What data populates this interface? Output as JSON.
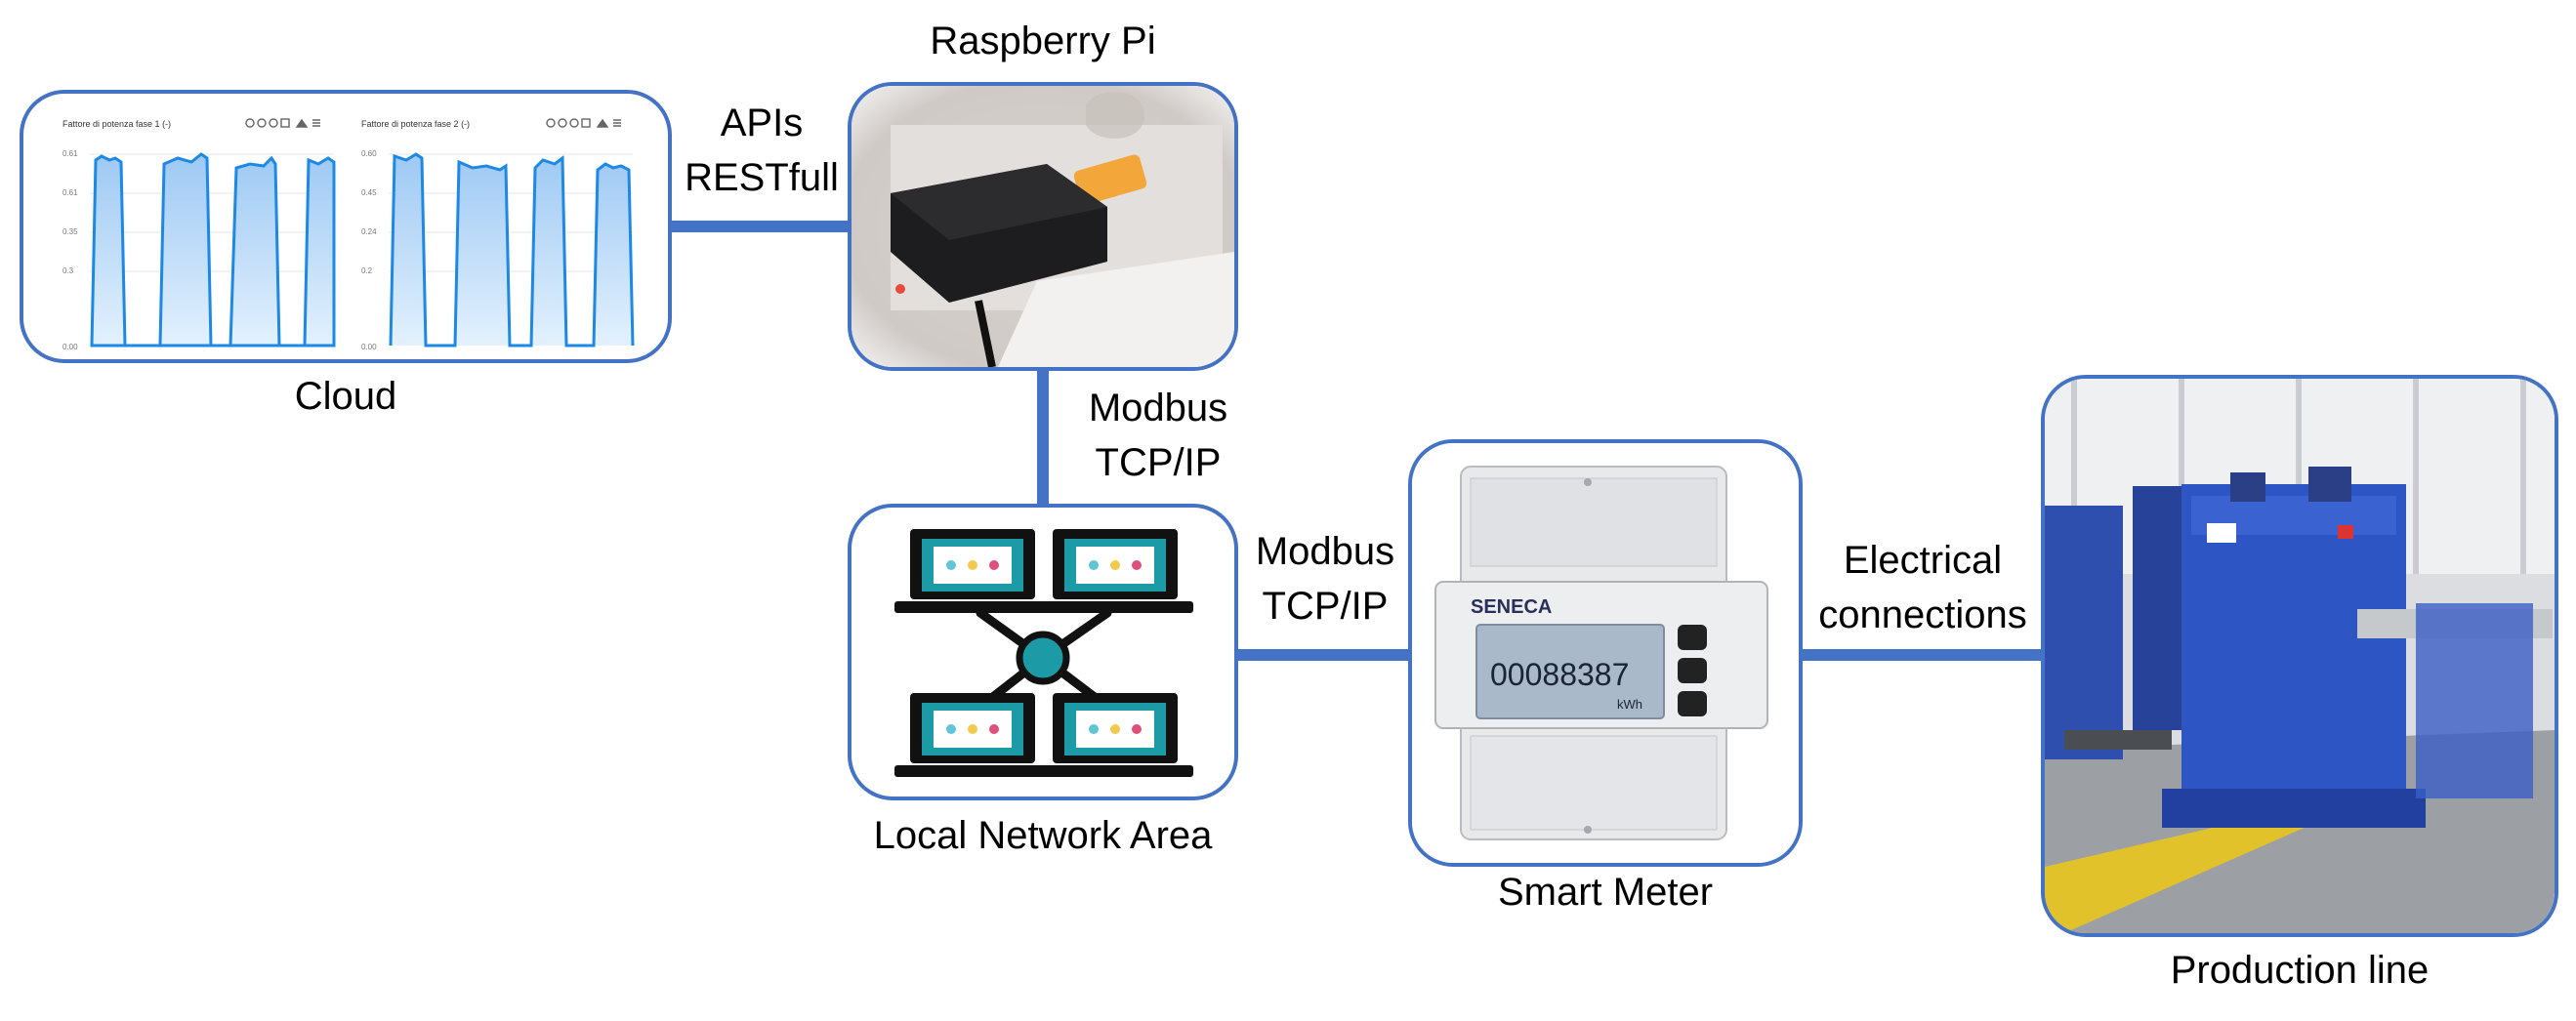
{
  "nodes": {
    "cloud": {
      "label": "Cloud"
    },
    "raspberry_pi": {
      "label": "Raspberry Pi"
    },
    "local_network": {
      "label": "Local Network Area"
    },
    "smart_meter": {
      "label": "Smart Meter"
    },
    "production_line": {
      "label": "Production line"
    }
  },
  "connections": {
    "cloud_pi": {
      "line1": "APIs",
      "line2": "RESTfull"
    },
    "pi_lan": {
      "line1": "Modbus",
      "line2": "TCP/IP"
    },
    "lan_meter": {
      "line1": "Modbus",
      "line2": "TCP/IP"
    },
    "meter_line": {
      "line1": "Electrical",
      "line2": "connections"
    }
  },
  "cloud_dashboard": {
    "chart1_title": "Fattore di potenza fase 1 (-)",
    "chart2_title": "Fattore di potenza fase 2 (-)",
    "chart1_ticks": [
      "0.61",
      "0.61",
      "0.35",
      "0.3",
      "0.00"
    ],
    "chart2_ticks": [
      "0.60",
      "0.45",
      "0.24",
      "0.2",
      "0.00"
    ]
  },
  "smart_meter_display": {
    "brand": "SENECA",
    "reading": "00088387",
    "unit": "kWh"
  },
  "colors": {
    "accent": "#4472c4",
    "network_teal": "#1c9aa6",
    "chart_line": "#1e88e5"
  }
}
